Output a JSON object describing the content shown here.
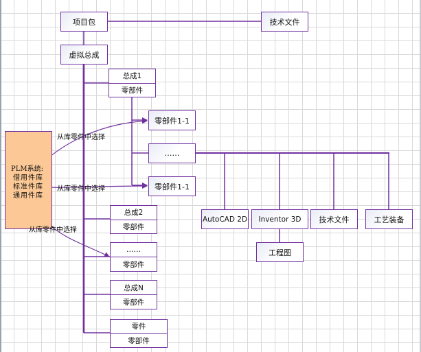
{
  "colors": {
    "line": "#7030a0",
    "plm_fill": "#fcc996",
    "grid": "#d9d9d9"
  },
  "nodes": {
    "project_package": "项目包",
    "tech_docs_top": "技术文件",
    "virtual_assembly": "虚拟总成",
    "assembly_1": {
      "title": "总成1",
      "sub": "零部件"
    },
    "part_1_1_a": "零部件1-1",
    "ellipsis_mid": "……",
    "part_1_1_b": "零部件1-1",
    "assembly_2": {
      "title": "总成2",
      "sub": "零部件"
    },
    "assembly_ellipsis": {
      "title": "……",
      "sub": "零部件"
    },
    "assembly_n": {
      "title": "总成N",
      "sub": "零部件"
    },
    "part_group": {
      "title": "零件",
      "sub": "零部件"
    },
    "autocad": "AutoCAD 2D",
    "inventor": "Inventor 3D",
    "tech_docs": "技术文件",
    "process_equipment": "工艺装备",
    "engineering_drawing": "工程图"
  },
  "plm": {
    "title": "PLM系统:",
    "libraries": [
      "借用件库",
      "标准件库",
      "通用件库"
    ]
  },
  "connector_labels": [
    "从库零件中选择",
    "从库零件中选择",
    "从库零件中选择"
  ]
}
